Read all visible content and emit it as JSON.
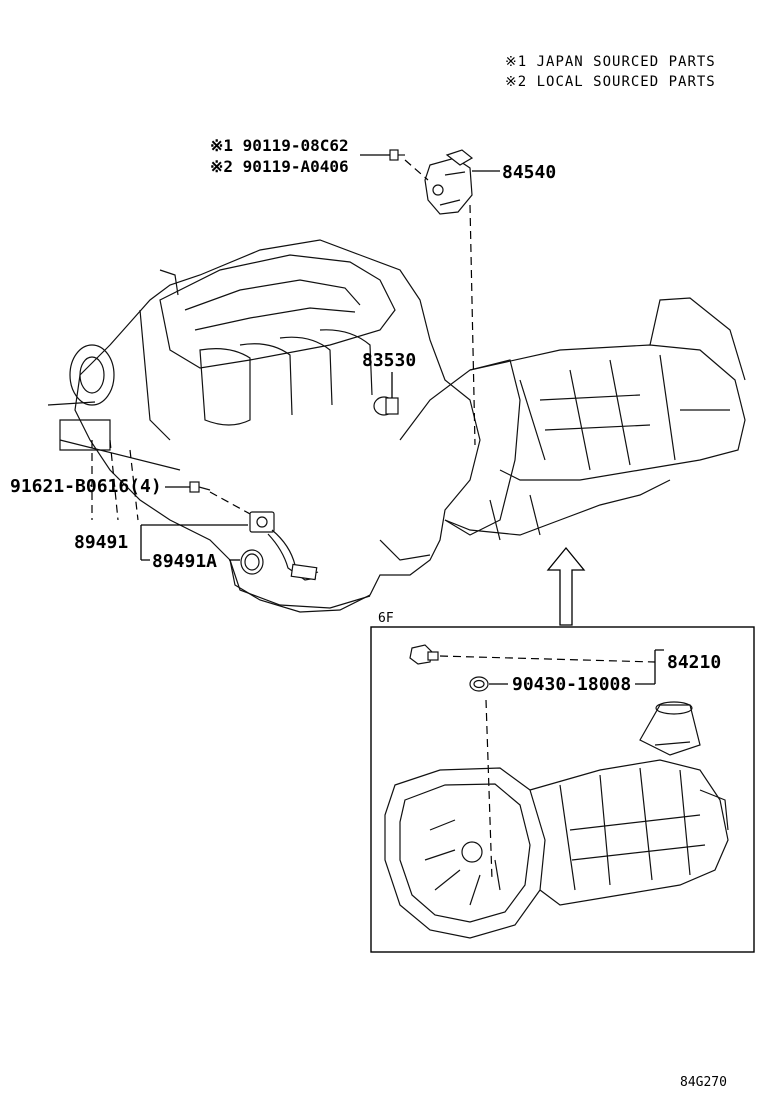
{
  "notes": {
    "japan": "※1 JAPAN SOURCED PARTS",
    "local": "※2 LOCAL SOURCED PARTS"
  },
  "parts": {
    "bolt_japan": "※1 90119-08C62",
    "bolt_local": "※2 90119-A0406",
    "switch": "84540",
    "sensor": "83530",
    "bolt_4": "91621-B0616(4)",
    "harness": "89491",
    "harness_a": "89491A",
    "back_switch": "84210",
    "gasket": "90430-18008"
  },
  "inset": {
    "label": "6F"
  },
  "figure_code": "84G270"
}
